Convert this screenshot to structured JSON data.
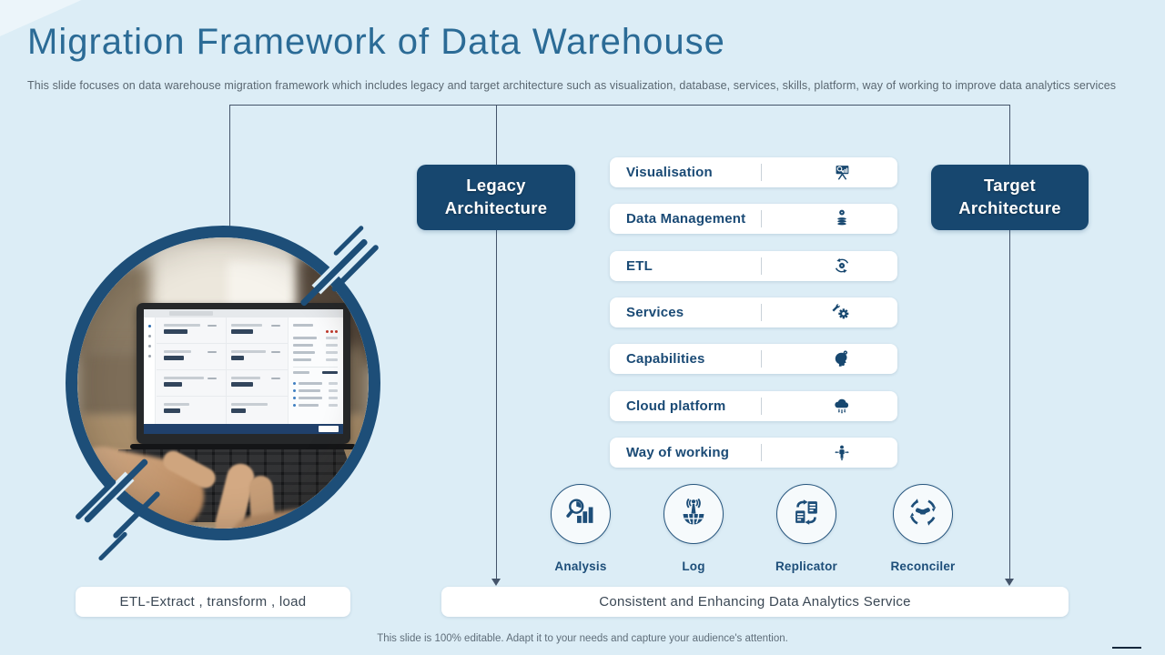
{
  "colors": {
    "background": "#dcedf6",
    "navy": "#17476f",
    "title_blue": "#2b6b96",
    "connector": "#44546a",
    "muted_text": "#5a6771",
    "banner_text": "#3a4754",
    "red_dot": "#c0392b"
  },
  "header": {
    "title": "Migration Framework of Data Warehouse",
    "subtitle": "This slide focuses on data warehouse migration framework which includes legacy and target architecture such as visualization, database, services, skills, platform, way of working to improve data analytics services"
  },
  "architecture": {
    "legacy_label": "Legacy Architecture",
    "target_label": "Target Architecture"
  },
  "layers": [
    {
      "label": "Visualisation",
      "icon": "presentation-chart-icon"
    },
    {
      "label": "Data Management",
      "icon": "database-gear-icon"
    },
    {
      "label": "ETL",
      "icon": "gear-sync-icon"
    },
    {
      "label": "Services",
      "icon": "gear-wrench-icon"
    },
    {
      "label": "Capabilities",
      "icon": "head-gear-icon"
    },
    {
      "label": "Cloud platform",
      "icon": "cloud-rain-icon"
    },
    {
      "label": "Way of working",
      "icon": "person-arrows-icon"
    }
  ],
  "tools": [
    {
      "label": "Analysis",
      "icon": "magnifier-chart-icon"
    },
    {
      "label": "Log",
      "icon": "antenna-globe-icon"
    },
    {
      "label": "Replicator",
      "icon": "documents-sync-icon"
    },
    {
      "label": "Reconciler",
      "icon": "handshake-cycle-icon"
    }
  ],
  "banners": {
    "left": "ETL-Extract , transform , load",
    "right": "Consistent and Enhancing Data Analytics Service"
  },
  "footer": {
    "note": "This slide is 100% editable. Adapt it to your needs and capture your audience's attention."
  }
}
